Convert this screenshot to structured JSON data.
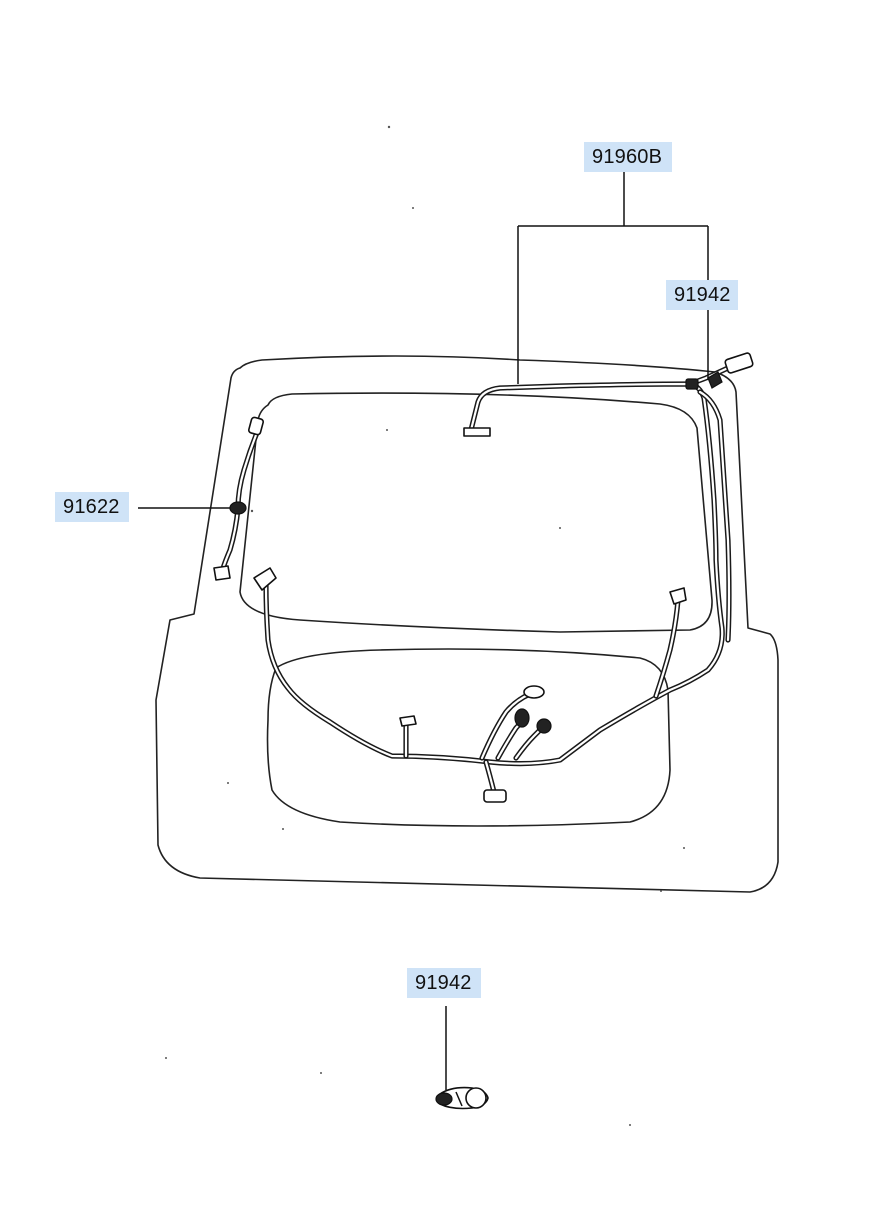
{
  "parts": [
    {
      "id": "91960b",
      "label": "91960B"
    },
    {
      "id": "91942-top",
      "label": "91942"
    },
    {
      "id": "91622",
      "label": "91622"
    },
    {
      "id": "91942-bottom",
      "label": "91942"
    }
  ],
  "colors": {
    "label_background": "#cfe3f7",
    "line": "#222222",
    "background": "#ffffff"
  }
}
